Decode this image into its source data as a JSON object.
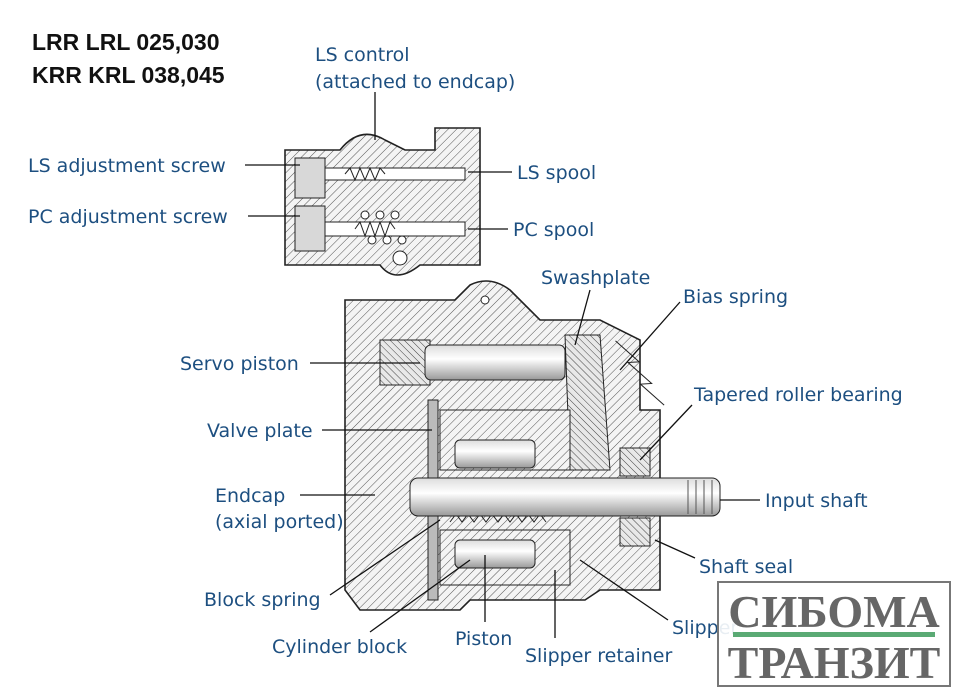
{
  "title": {
    "line1": "LRR LRL 025,030",
    "line2": "KRR KRL 038,045"
  },
  "labels": {
    "ls_control": "LS control",
    "ls_control_sub": "(attached to endcap)",
    "ls_adjustment_screw": "LS adjustment screw",
    "pc_adjustment_screw": "PC adjustment screw",
    "ls_spool": "LS spool",
    "pc_spool": "PC spool",
    "swashplate": "Swashplate",
    "bias_spring": "Bias spring",
    "servo_piston": "Servo piston",
    "tapered_roller_bearing": "Tapered roller bearing",
    "valve_plate": "Valve plate",
    "endcap": "Endcap",
    "endcap_sub": "(axial ported)",
    "input_shaft": "Input shaft",
    "shaft_seal": "Shaft seal",
    "block_spring": "Block spring",
    "cylinder_block": "Cylinder block",
    "piston": "Piston",
    "slipper_retainer": "Slipper retainer",
    "slipper": "Slipper"
  },
  "logo": {
    "line1": "СИБОМА",
    "line2": "ТРАНЗИТ",
    "bar_color": "#5aaa74"
  },
  "colors": {
    "label": "#1d4f80"
  }
}
